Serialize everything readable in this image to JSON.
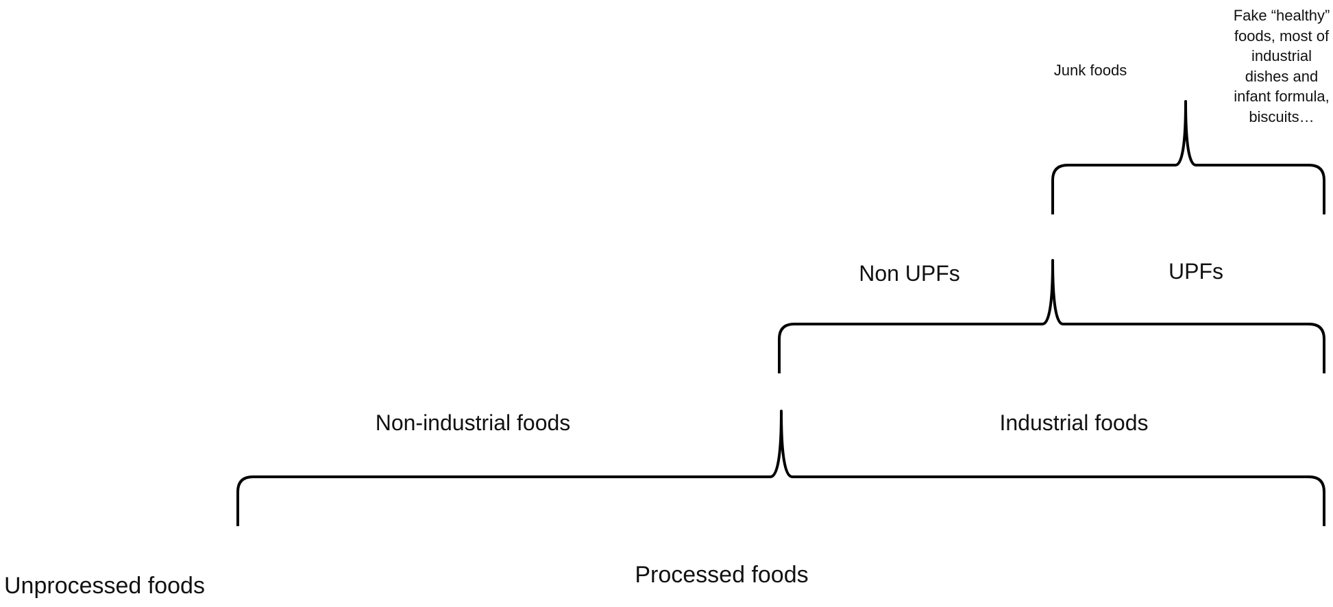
{
  "labels": {
    "unprocessed": "Unprocessed foods",
    "processed": "Processed foods",
    "non_industrial": "Non-industrial foods",
    "industrial": "Industrial foods",
    "non_upfs": "Non UPFs",
    "upfs": "UPFs",
    "junk": "Junk foods",
    "fake_healthy": "Fake “healthy” foods, most of industrial dishes and infant formula, biscuits…"
  },
  "colors": {
    "stroke": "#000000",
    "text": "#111111",
    "background": "#ffffff"
  }
}
